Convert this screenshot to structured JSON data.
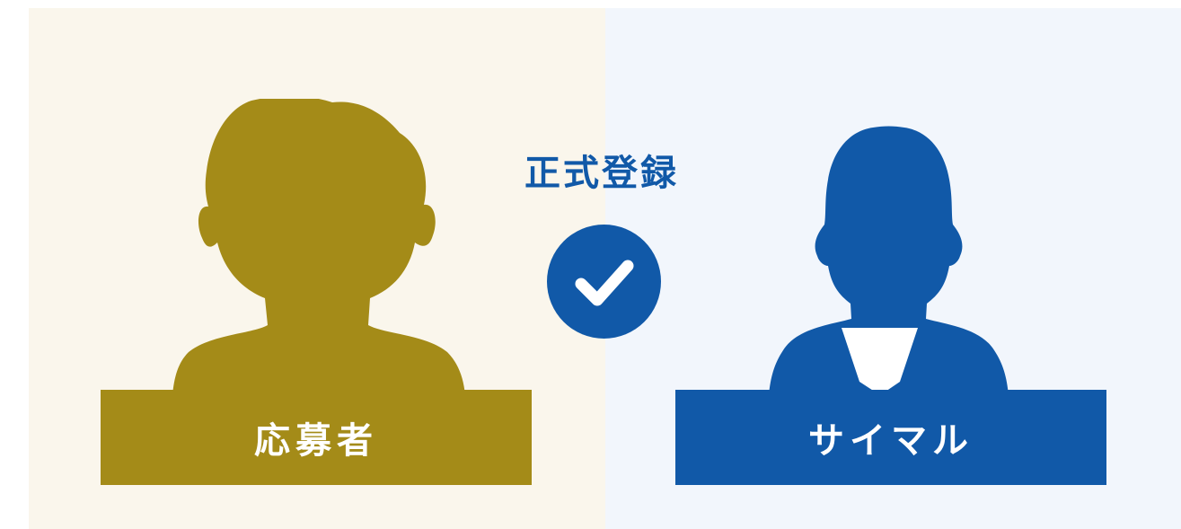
{
  "colors": {
    "applicant_bg": "#faf6ec",
    "applicant_accent": "#a48b18",
    "company_bg": "#f2f6fc",
    "company_accent": "#1159a8",
    "check_mark": "#ffffff"
  },
  "applicant": {
    "label": "応募者",
    "icon": "man-silhouette-icon"
  },
  "company": {
    "label": "サイマル",
    "icon": "woman-silhouette-icon"
  },
  "center": {
    "title": "正式登録",
    "icon": "check-icon"
  }
}
